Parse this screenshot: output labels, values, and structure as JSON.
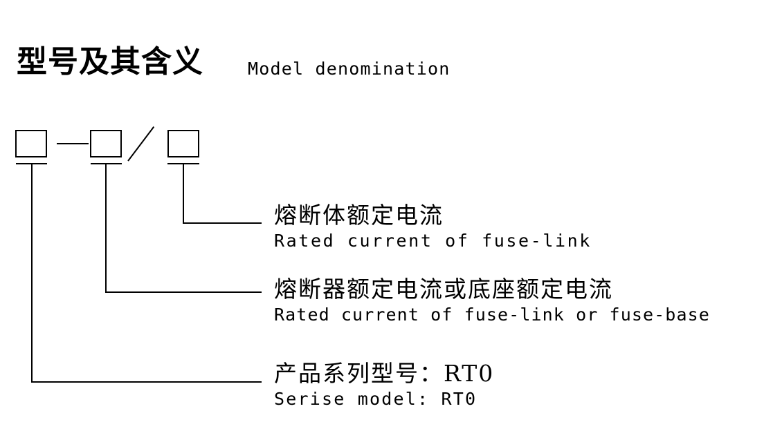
{
  "header": {
    "title_cn": "型号及其含义",
    "title_en": "Model denomination"
  },
  "symbol": {
    "separator_dash": "—",
    "separator_slash": "/",
    "boxes": [
      {
        "name": "series-model-box",
        "value": ""
      },
      {
        "name": "fuse-rated-current-box",
        "value": ""
      },
      {
        "name": "fuse-link-rated-current-box",
        "value": ""
      }
    ]
  },
  "callouts": [
    {
      "id": "fuse-link-rated-current",
      "label_cn": "熔断体额定电流",
      "label_en": "Rated current of fuse-link"
    },
    {
      "id": "fuse-or-base-rated-current",
      "label_cn": "熔断器额定电流或底座额定电流",
      "label_en": "Rated current of fuse-link or fuse-base"
    },
    {
      "id": "series-model",
      "label_cn": "产品系列型号：RT0",
      "label_en": "Serise model: RT0"
    }
  ],
  "colors": {
    "ink": "#000000",
    "background": "#ffffff"
  }
}
